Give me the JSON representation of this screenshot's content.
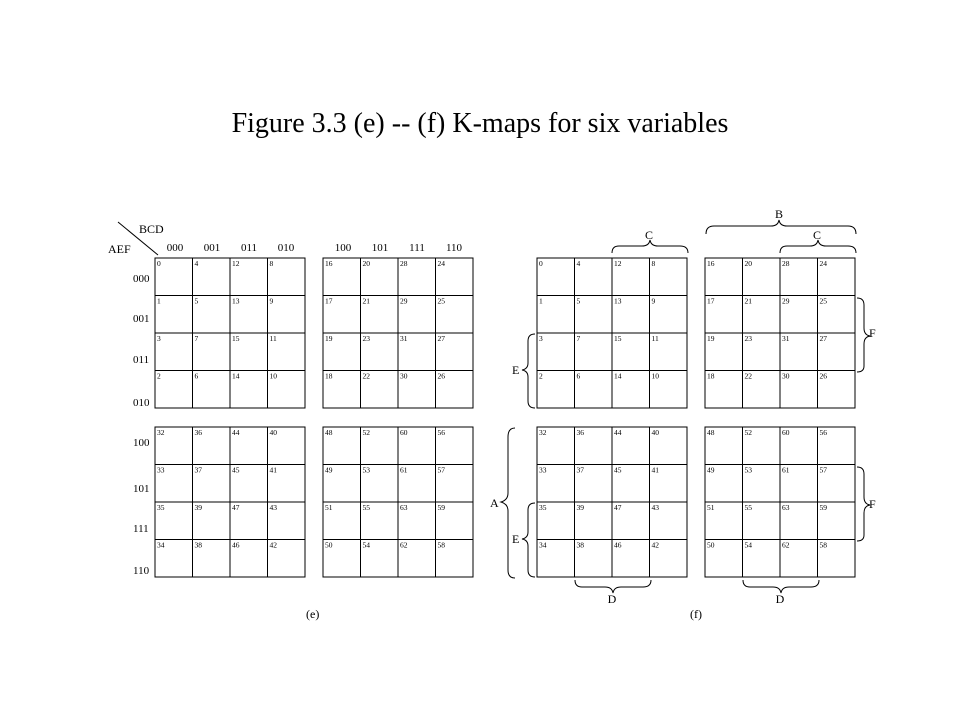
{
  "title": "Figure 3.3 (e) -- (f)  K-maps for six variables",
  "panel_e": {
    "caption": "(e)",
    "corner_top": "BCD",
    "corner_left": "AEF",
    "col_codes": [
      "000",
      "001",
      "011",
      "010",
      "100",
      "101",
      "111",
      "110"
    ],
    "row_codes": [
      "000",
      "001",
      "011",
      "010",
      "100",
      "101",
      "111",
      "110"
    ]
  },
  "panel_f": {
    "caption": "(f)",
    "label_B": "B",
    "label_C_left": "C",
    "label_C_right": "C",
    "label_F_top": "F",
    "label_F_bottom": "F",
    "label_E_top": "E",
    "label_E_bottom": "E",
    "label_A": "A",
    "label_D_left": "D",
    "label_D_right": "D"
  },
  "cells": [
    [
      "0",
      "4",
      "12",
      "8",
      "16",
      "20",
      "28",
      "24"
    ],
    [
      "1",
      "5",
      "13",
      "9",
      "17",
      "21",
      "29",
      "25"
    ],
    [
      "3",
      "7",
      "15",
      "11",
      "19",
      "23",
      "31",
      "27"
    ],
    [
      "2",
      "6",
      "14",
      "10",
      "18",
      "22",
      "30",
      "26"
    ],
    [
      "32",
      "36",
      "44",
      "40",
      "48",
      "52",
      "60",
      "56"
    ],
    [
      "33",
      "37",
      "45",
      "41",
      "49",
      "53",
      "61",
      "57"
    ],
    [
      "35",
      "39",
      "47",
      "43",
      "51",
      "55",
      "63",
      "59"
    ],
    [
      "34",
      "38",
      "46",
      "42",
      "50",
      "54",
      "62",
      "58"
    ]
  ]
}
